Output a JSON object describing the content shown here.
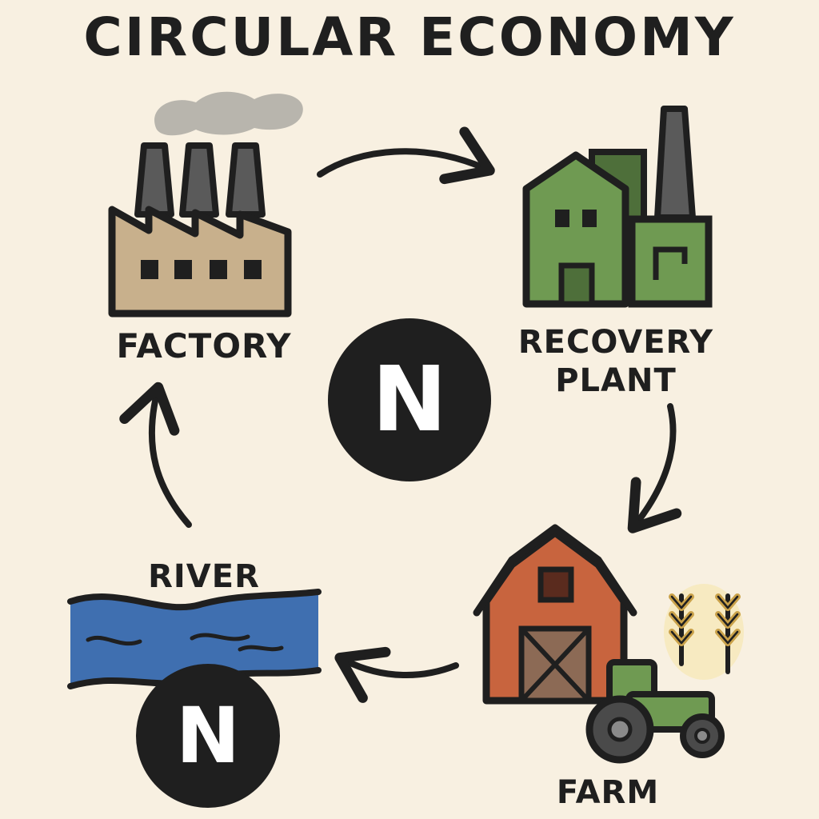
{
  "title": "CIRCULAR ECONOMY",
  "nodes": {
    "factory": {
      "label": "FACTORY"
    },
    "recovery_plant": {
      "label_line1": "RECOVERY",
      "label_line2": "PLANT"
    },
    "farm": {
      "label": "FARM"
    },
    "river": {
      "label": "RIVER"
    }
  },
  "badges": {
    "center": "N",
    "river": "N"
  },
  "colors": {
    "background": "#f8f0e1",
    "outline": "#1f1f1f",
    "factory_wall": "#c8b08c",
    "chimney": "#5a5a5a",
    "smoke": "#b8b5ad",
    "recovery_green": "#6f9a52",
    "barn_red": "#c8643e",
    "barn_door": "#8c6a55",
    "tractor_green": "#6f9a52",
    "wheat": "#caa24a",
    "river_blue": "#3f6fb0",
    "badge": "#1f1f1f"
  },
  "icons": [
    "factory-icon",
    "recovery-plant-icon",
    "barn-icon",
    "tractor-icon",
    "wheat-icon",
    "river-icon",
    "nitrogen-badge-icon"
  ]
}
